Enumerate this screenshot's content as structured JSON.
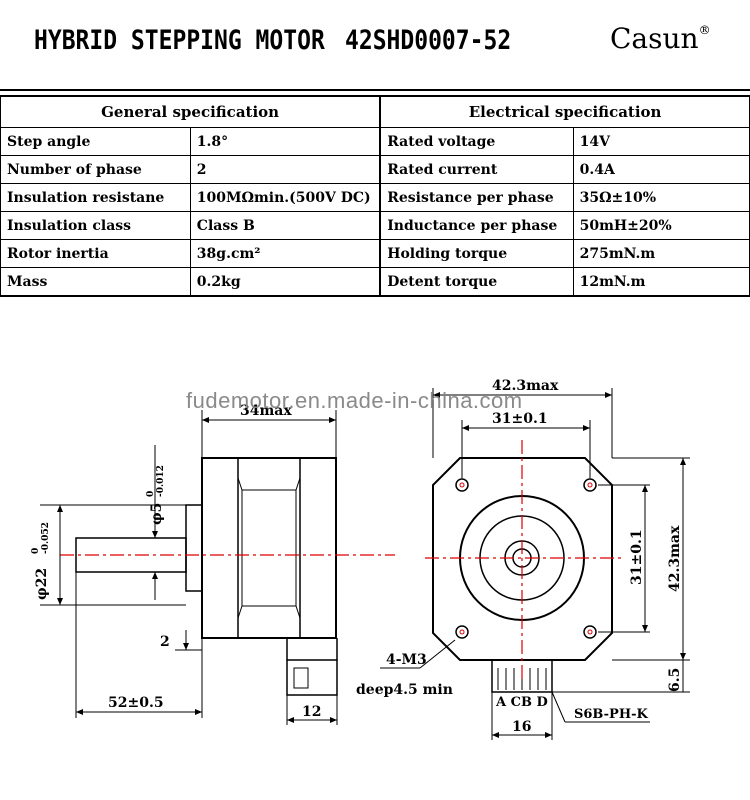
{
  "header": {
    "title": "HYBRID STEPPING MOTOR",
    "model": "42SHD0007-52",
    "brand": "Casun",
    "brand_mark": "®"
  },
  "general_spec": {
    "heading": "General specification",
    "rows": [
      {
        "label": "Step angle",
        "value": "1.8°"
      },
      {
        "label": "Number of phase",
        "value": "2"
      },
      {
        "label": "Insulation resistane",
        "value": "100MΩmin.(500V DC)"
      },
      {
        "label": "Insulation class",
        "value": "Class B"
      },
      {
        "label": "Rotor inertia",
        "value": "38g.cm²"
      },
      {
        "label": "Mass",
        "value": "0.2kg"
      }
    ]
  },
  "electrical_spec": {
    "heading": "Electrical specification",
    "rows": [
      {
        "label": "Rated voltage",
        "value": "14V"
      },
      {
        "label": "Rated current",
        "value": "0.4A"
      },
      {
        "label": "Resistance per phase",
        "value": "35Ω±10%"
      },
      {
        "label": "Inductance per phase",
        "value": "50mH±20%"
      },
      {
        "label": "Holding torque",
        "value": "275mN.m"
      },
      {
        "label": "Detent torque",
        "value": "12mN.m"
      }
    ]
  },
  "watermark": "fudemotor.en.made-in-china.com",
  "dimensions": {
    "body_length": "34max",
    "shaft_dia": "φ22",
    "shaft_dia_tol_top": "0",
    "shaft_dia_tol_bottom": "-0.052",
    "boss_dia": "φ5",
    "boss_tol_top": "0",
    "boss_tol_bottom": "-0.012",
    "boss_height": "2",
    "total_length": "52±0.5",
    "connector_width": "12",
    "frame_width": "42.3max",
    "hole_spacing_h": "31±0.1",
    "hole_spacing_v": "31±0.1",
    "frame_height": "42.3max",
    "mount_holes": "4-M3",
    "hole_depth": "deep4.5 min",
    "connector_pins": "A CB D",
    "connector_pitch": "16",
    "connector_offset": "6.5",
    "connector_part": "S6B-PH-K"
  }
}
